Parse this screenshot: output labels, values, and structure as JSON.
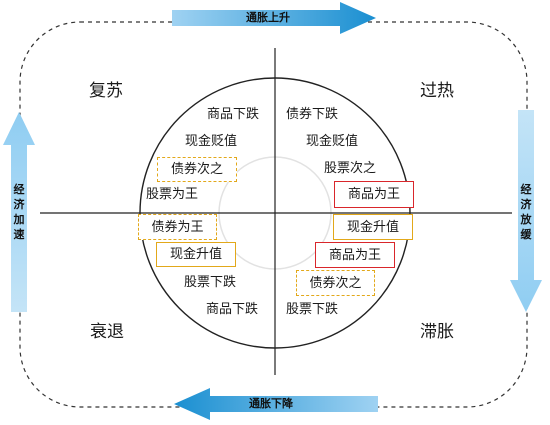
{
  "quadrants": {
    "top_left": "复苏",
    "top_right": "过热",
    "bottom_left": "衰退",
    "bottom_right": "滞胀"
  },
  "arrows": {
    "top": "通胀上升",
    "bottom": "通胀下降",
    "left": "经济加速",
    "right": "经济放缓"
  },
  "recovery_items": [
    "商品下跌",
    "现金贬值",
    "债券次之",
    "股票为王"
  ],
  "overheat_items": [
    "债券下跌",
    "现金贬值",
    "股票次之",
    "商品为王"
  ],
  "recession_items": [
    "债券为王",
    "现金升值",
    "股票下跌",
    "商品下跌"
  ],
  "stagflation_items": [
    "现金升值",
    "商品为王",
    "债券次之",
    "股票下跌"
  ],
  "colors": {
    "arrow_dark": "#1a8fd1",
    "arrow_light": "#9fd2f2",
    "box_red": "#d9262b",
    "box_gold": "#e2a81a"
  }
}
